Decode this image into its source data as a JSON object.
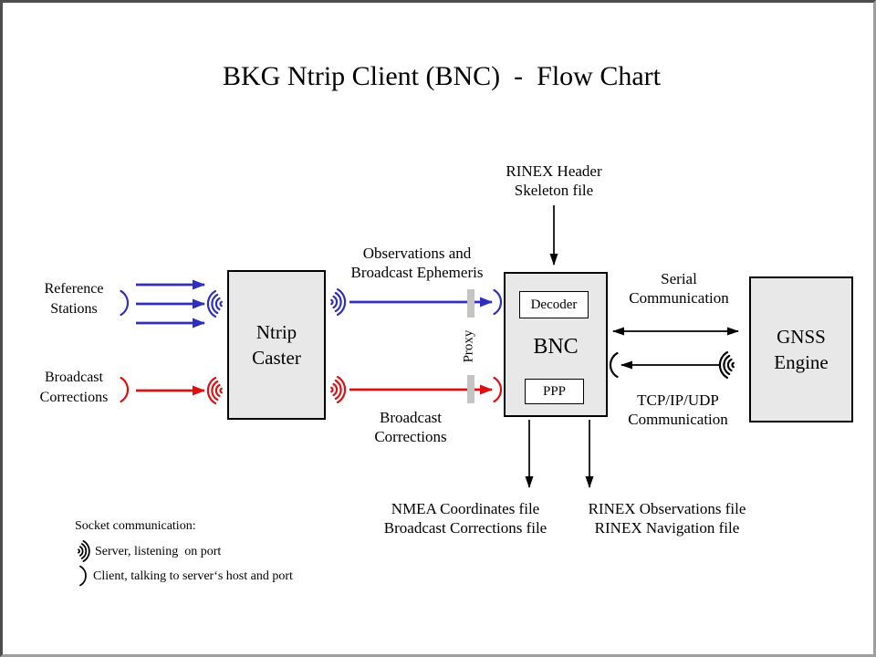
{
  "title": "BKG Ntrip Client (BNC)  -  Flow Chart",
  "boxes": {
    "ntrip_caster": "Ntrip\nCaster",
    "bnc": "BNC",
    "decoder": "Decoder",
    "ppp": "PPP",
    "gnss_engine": "GNSS\nEngine"
  },
  "labels": {
    "reference_stations": "Reference\nStations",
    "broadcast_corrections_input": "Broadcast\nCorrections",
    "observations_ephemeris": "Observations and\nBroadcast Ephemeris",
    "broadcast_corrections_stream": "Broadcast\nCorrections",
    "rinex_header_skeleton": "RINEX Header\nSkeleton file",
    "serial_communication": "Serial\nCommunication",
    "tcpip_communication": "TCP/IP/UDP\nCommunication",
    "proxy": "Proxy",
    "nmea_output": "NMEA Coordinates file\nBroadcast Corrections file",
    "rinex_output": "RINEX Observations file\nRINEX Navigation file"
  },
  "legend": {
    "heading": "Socket communication:",
    "server_item": "Server, listening  on port",
    "client_item": "Client, talking to server‘s host and port"
  },
  "icons": {
    "server_listening_icon": "·)))",
    "client_talking_icon": ")"
  },
  "colors": {
    "blue": "#2f2fbe",
    "red": "#dc1010",
    "black": "#000000",
    "box_fill": "#e8e8e8",
    "proxy_bar": "#c4c4c4"
  }
}
